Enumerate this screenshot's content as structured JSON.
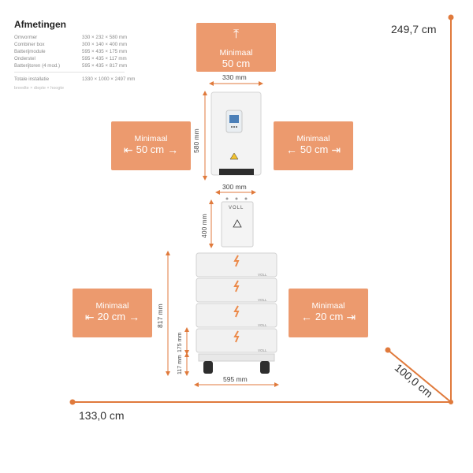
{
  "specs": {
    "title": "Afmetingen",
    "rows": [
      {
        "k": "Omvormer",
        "v": "330 × 232 × 580 mm"
      },
      {
        "k": "Combiner box",
        "v": "300 × 140 × 400 mm"
      },
      {
        "k": "Batterijmodule",
        "v": "595 × 435 × 175 mm"
      },
      {
        "k": "Onderstel",
        "v": "595 × 435 × 117 mm"
      },
      {
        "k": "Batterijtoren (4 mod.)",
        "v": "595 × 435 × 817 mm"
      }
    ],
    "total": {
      "k": "Totale installatie",
      "v": "1330 × 1000 × 2497 mm"
    },
    "note": "breedte × diepte × hoogte"
  },
  "clearance": {
    "label": "Minimaal",
    "top": "50 cm",
    "left": "50 cm",
    "right": "50 cm",
    "battery_left": "20 cm",
    "battery_right": "20 cm"
  },
  "dims": {
    "inverter_w": "330 mm",
    "inverter_h": "580 mm",
    "combiner_w": "300 mm",
    "combiner_h": "400 mm",
    "tower_h": "817 mm",
    "module_h": "175 mm",
    "base_h": "117 mm",
    "tower_w": "595 mm",
    "total_h": "249,7 cm",
    "total_d": "100,0 cm",
    "total_w": "133,0 cm"
  },
  "brand": "VOLL",
  "colors": {
    "accent": "#ec9a6e",
    "line": "#e07a3c"
  }
}
